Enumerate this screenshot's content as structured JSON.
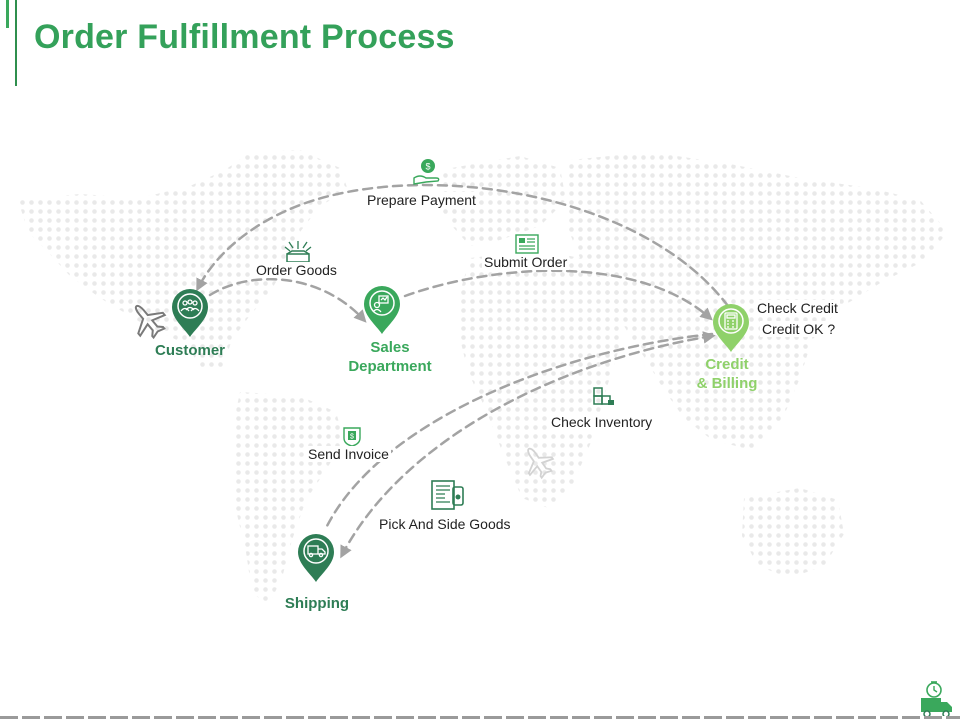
{
  "title": "Order Fulfillment Process",
  "colors": {
    "title": "#34a15a",
    "pin_dark": "#2e7d55",
    "pin_mid": "#3aa85c",
    "pin_light": "#8fd16a",
    "arrow": "#a3a3a3",
    "map_dots": "#e9e9e9",
    "icon_green": "#3aa85c",
    "plane": "#7a7a7a"
  },
  "nodes": {
    "customer": {
      "label": "Customer"
    },
    "sales": {
      "line1": "Sales",
      "line2": "Department"
    },
    "credit": {
      "line1": "Credit",
      "line2": "& Billing"
    },
    "shipping": {
      "label": "Shipping"
    }
  },
  "steps": {
    "prepare_payment": "Prepare  Payment",
    "order_goods": "Order Goods",
    "submit_order": "Submit Order",
    "check_credit": "Check Credit",
    "credit_ok": "Credit OK ?",
    "check_inventory": "Check Inventory",
    "send_invoice": "Send Invoice",
    "pick_goods": "Pick And Side Goods"
  },
  "icons": {
    "payment": "hand-coin-icon",
    "order_goods": "open-box-icon",
    "submit_order": "order-form-icon",
    "check_inventory": "boxes-stack-icon",
    "send_invoice": "invoice-shield-icon",
    "pick_goods": "documents-icon",
    "plane_left": "airplane-icon",
    "plane_center": "airplane-icon",
    "corner": "delivery-truck-icon"
  }
}
